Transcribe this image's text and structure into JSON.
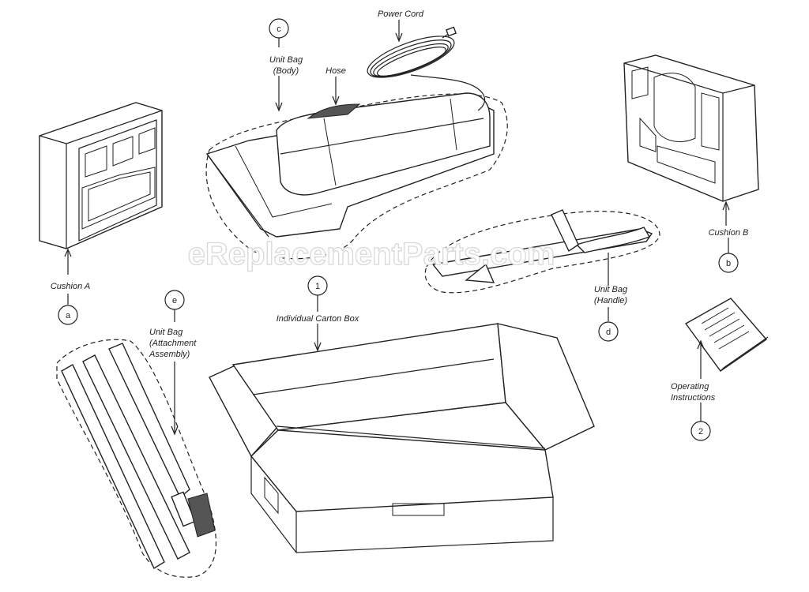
{
  "watermark": "eReplacementParts.com",
  "parts": [
    {
      "marker": "a",
      "label_lines": [
        "Cushion A"
      ]
    },
    {
      "marker": "b",
      "label_lines": [
        "Cushion B"
      ]
    },
    {
      "marker": "c",
      "label_lines": [
        "Unit Bag",
        "(Body)"
      ]
    },
    {
      "marker": "d",
      "label_lines": [
        "Unit Bag",
        "(Handle)"
      ]
    },
    {
      "marker": "e",
      "label_lines": [
        "Unit Bag",
        "(Attachment",
        "Assembly)"
      ]
    },
    {
      "marker": "1",
      "label_lines": [
        "Individual Carton Box"
      ]
    },
    {
      "marker": "2",
      "label_lines": [
        "Operating",
        "Instructions"
      ]
    }
  ],
  "callouts": {
    "hose": "Hose",
    "power_cord": "Power Cord"
  },
  "colors": {
    "line": "#222222",
    "background": "#ffffff"
  }
}
